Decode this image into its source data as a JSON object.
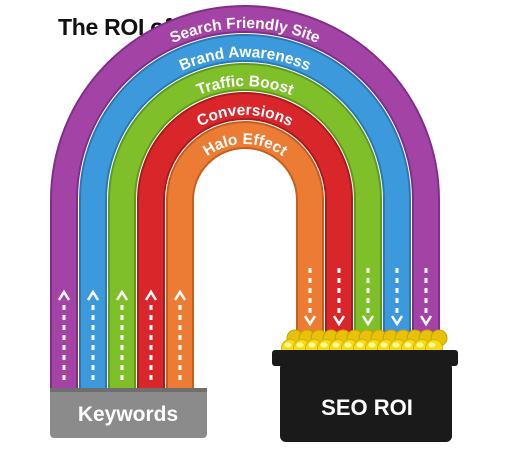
{
  "title": "The ROI of SEO",
  "bands": [
    {
      "label": "Search Friendly Site",
      "color": "#a443a6",
      "edge": "#7f2f85"
    },
    {
      "label": "Brand Awareness",
      "color": "#3c9adc",
      "edge": "#2a78b4"
    },
    {
      "label": "Traffic Boost",
      "color": "#7fbf2a",
      "edge": "#5f9b1a"
    },
    {
      "label": "Conversions",
      "color": "#d8262b",
      "edge": "#a81b1f"
    },
    {
      "label": "Halo Effect",
      "color": "#ec7c33",
      "edge": "#c55f1e"
    }
  ],
  "input_box": {
    "label": "Keywords",
    "color": "#8b8b8b"
  },
  "output_box": {
    "label": "SEO ROI",
    "color": "#1a1a1a"
  },
  "coin_color": "#f7dc0f"
}
